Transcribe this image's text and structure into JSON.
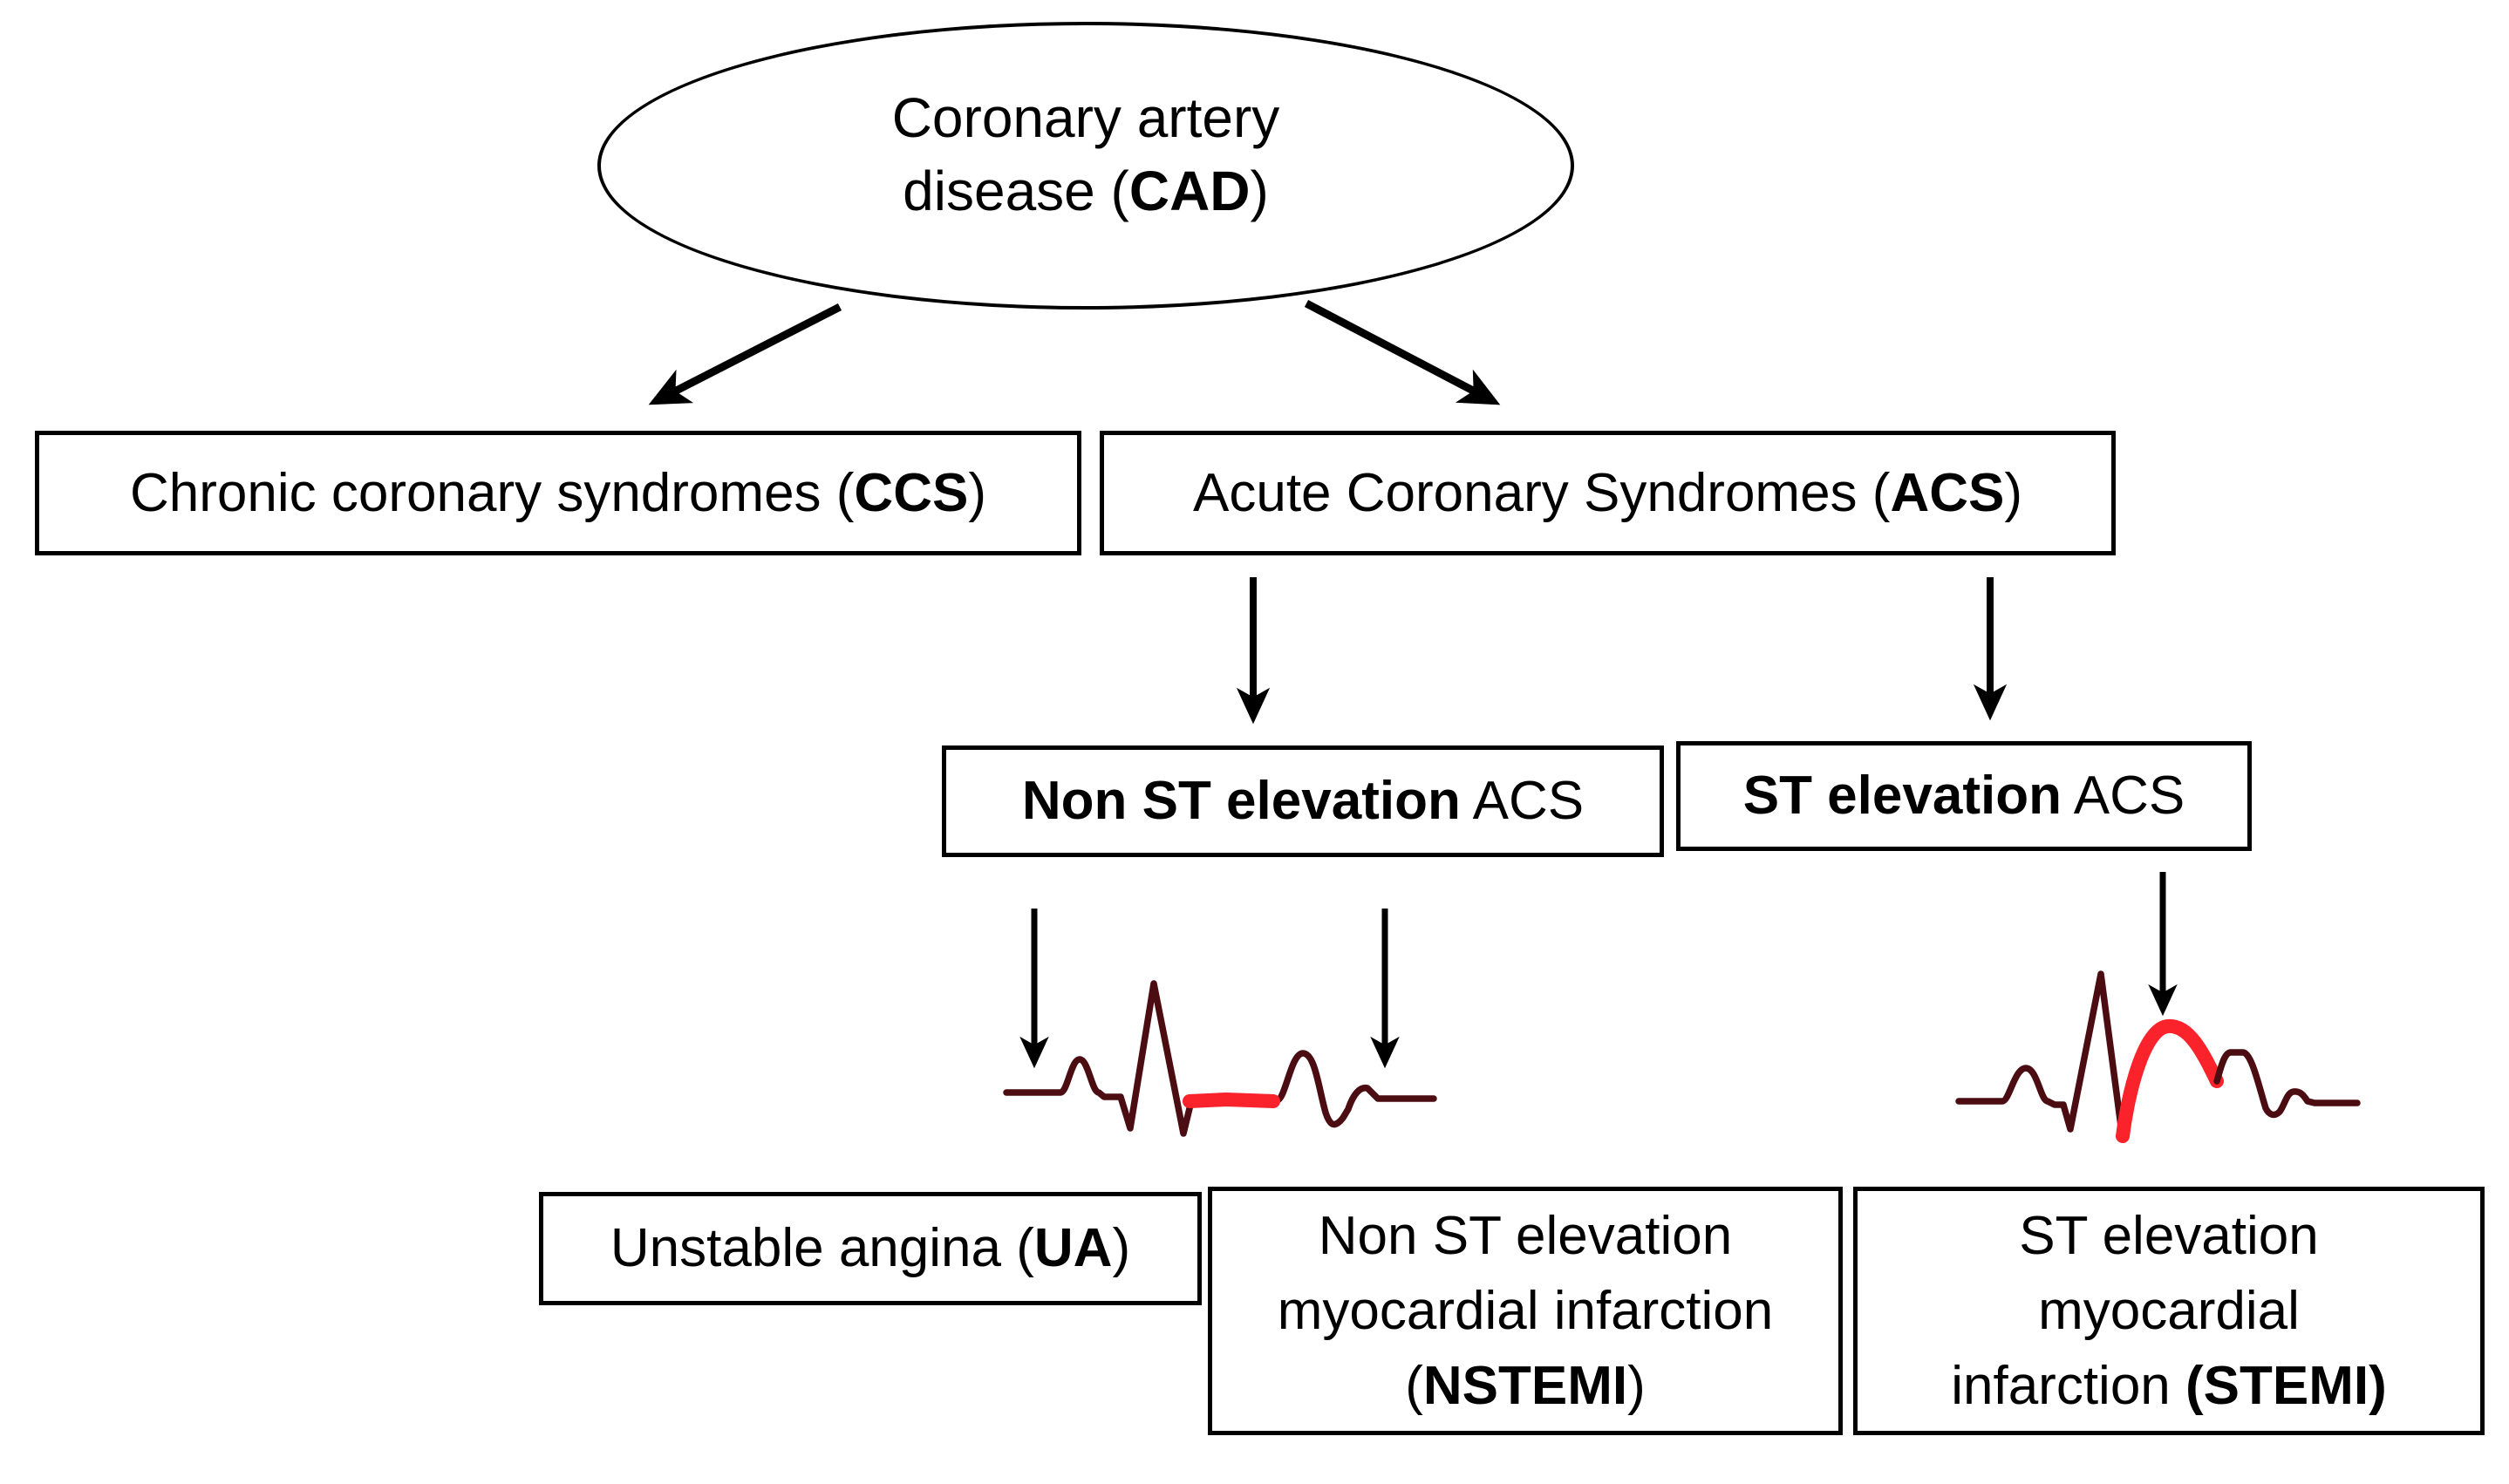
{
  "colors": {
    "background": "#ffffff",
    "line": "#000000",
    "text": "#000000",
    "ecg_dark": "#4b0d12",
    "ecg_red": "#fa232b"
  },
  "nodes": {
    "cad": {
      "line1": "Coronary artery",
      "line2_prefix": "disease (",
      "line2_bold": "CAD",
      "line2_suffix": ")"
    },
    "ccs": {
      "prefix": "Chronic coronary syndromes (",
      "bold": "CCS",
      "suffix": ")"
    },
    "acs": {
      "prefix": "Acute Coronary Syndromes (",
      "bold": "ACS",
      "suffix": ")"
    },
    "nste_acs": {
      "bold": "Non ST elevation",
      "suffix": " ACS"
    },
    "ste_acs": {
      "bold": "ST elevation",
      "suffix": " ACS"
    },
    "ua": {
      "prefix": "Unstable angina (",
      "bold": "UA",
      "suffix": ")"
    },
    "nstemi": {
      "line1": "Non ST elevation",
      "line2": "myocardial infarction",
      "line3_prefix": "(",
      "line3_bold": "NSTEMI",
      "line3_suffix": ")"
    },
    "stemi": {
      "line1": "ST elevation",
      "line2": "myocardial",
      "line3_prefix": "infarction ",
      "line3_bold": "(STEMI)"
    }
  },
  "icons": {
    "ecg_left": "ecg-st-depression-icon",
    "ecg_right": "ecg-st-elevation-icon"
  }
}
